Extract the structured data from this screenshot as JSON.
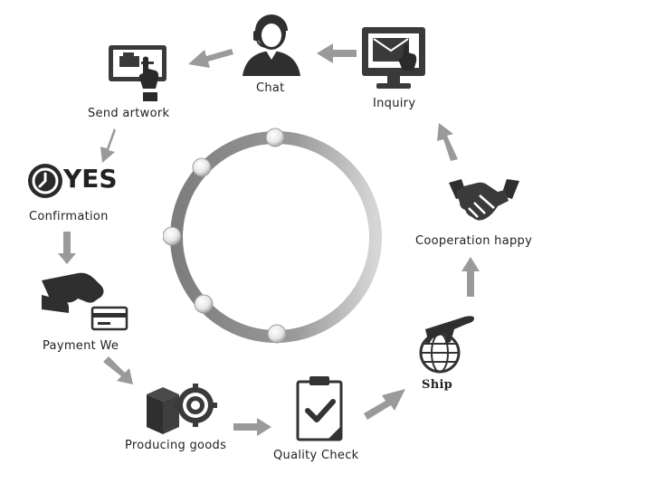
{
  "steps": {
    "chat": "Chat",
    "inquiry": "Inquiry",
    "send_artwork": "Send artwork",
    "confirmation": "Confirmation",
    "yes_logo": "YES",
    "payment": "Payment We",
    "producing": "Producing goods",
    "quality": "Quality Check",
    "ship": "Ship",
    "cooperation": "Cooperation happy"
  },
  "colors": {
    "ring_dark": "#8a8a8a",
    "ring_light": "#c8c8c8",
    "arrow": "#9a9a9a",
    "icon": "#3a3a3a"
  }
}
